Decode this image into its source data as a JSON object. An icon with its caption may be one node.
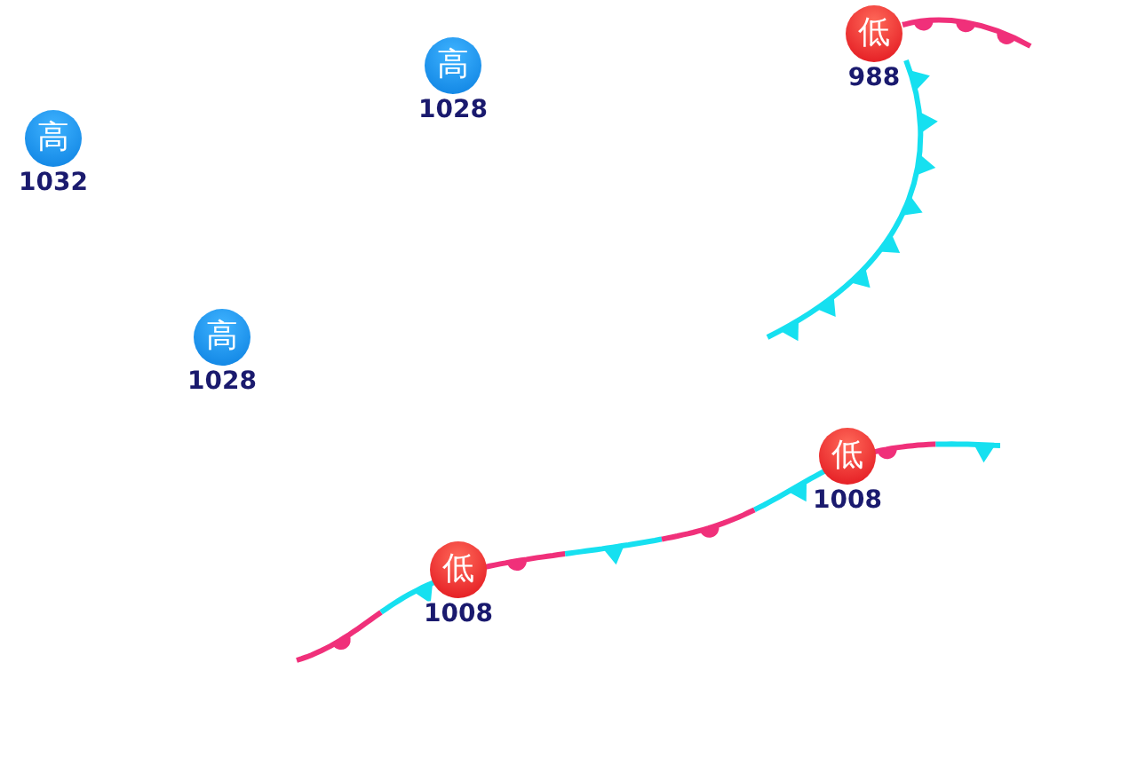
{
  "diagram": {
    "nodes": [
      {
        "text": [
          "低"
        ],
        "beside": [
          "988"
        ]
      },
      {
        "text": [
          "高"
        ],
        "beside": [
          "1028"
        ]
      },
      {
        "text": [
          "高"
        ],
        "beside": [
          "1032"
        ]
      },
      {
        "text": [
          "高"
        ],
        "beside": [
          "1028"
        ]
      },
      {
        "text": [
          "低"
        ],
        "beside": [
          "1008"
        ]
      },
      {
        "text": [
          "低"
        ],
        "beside": [
          "1008"
        ]
      }
    ]
  }
}
